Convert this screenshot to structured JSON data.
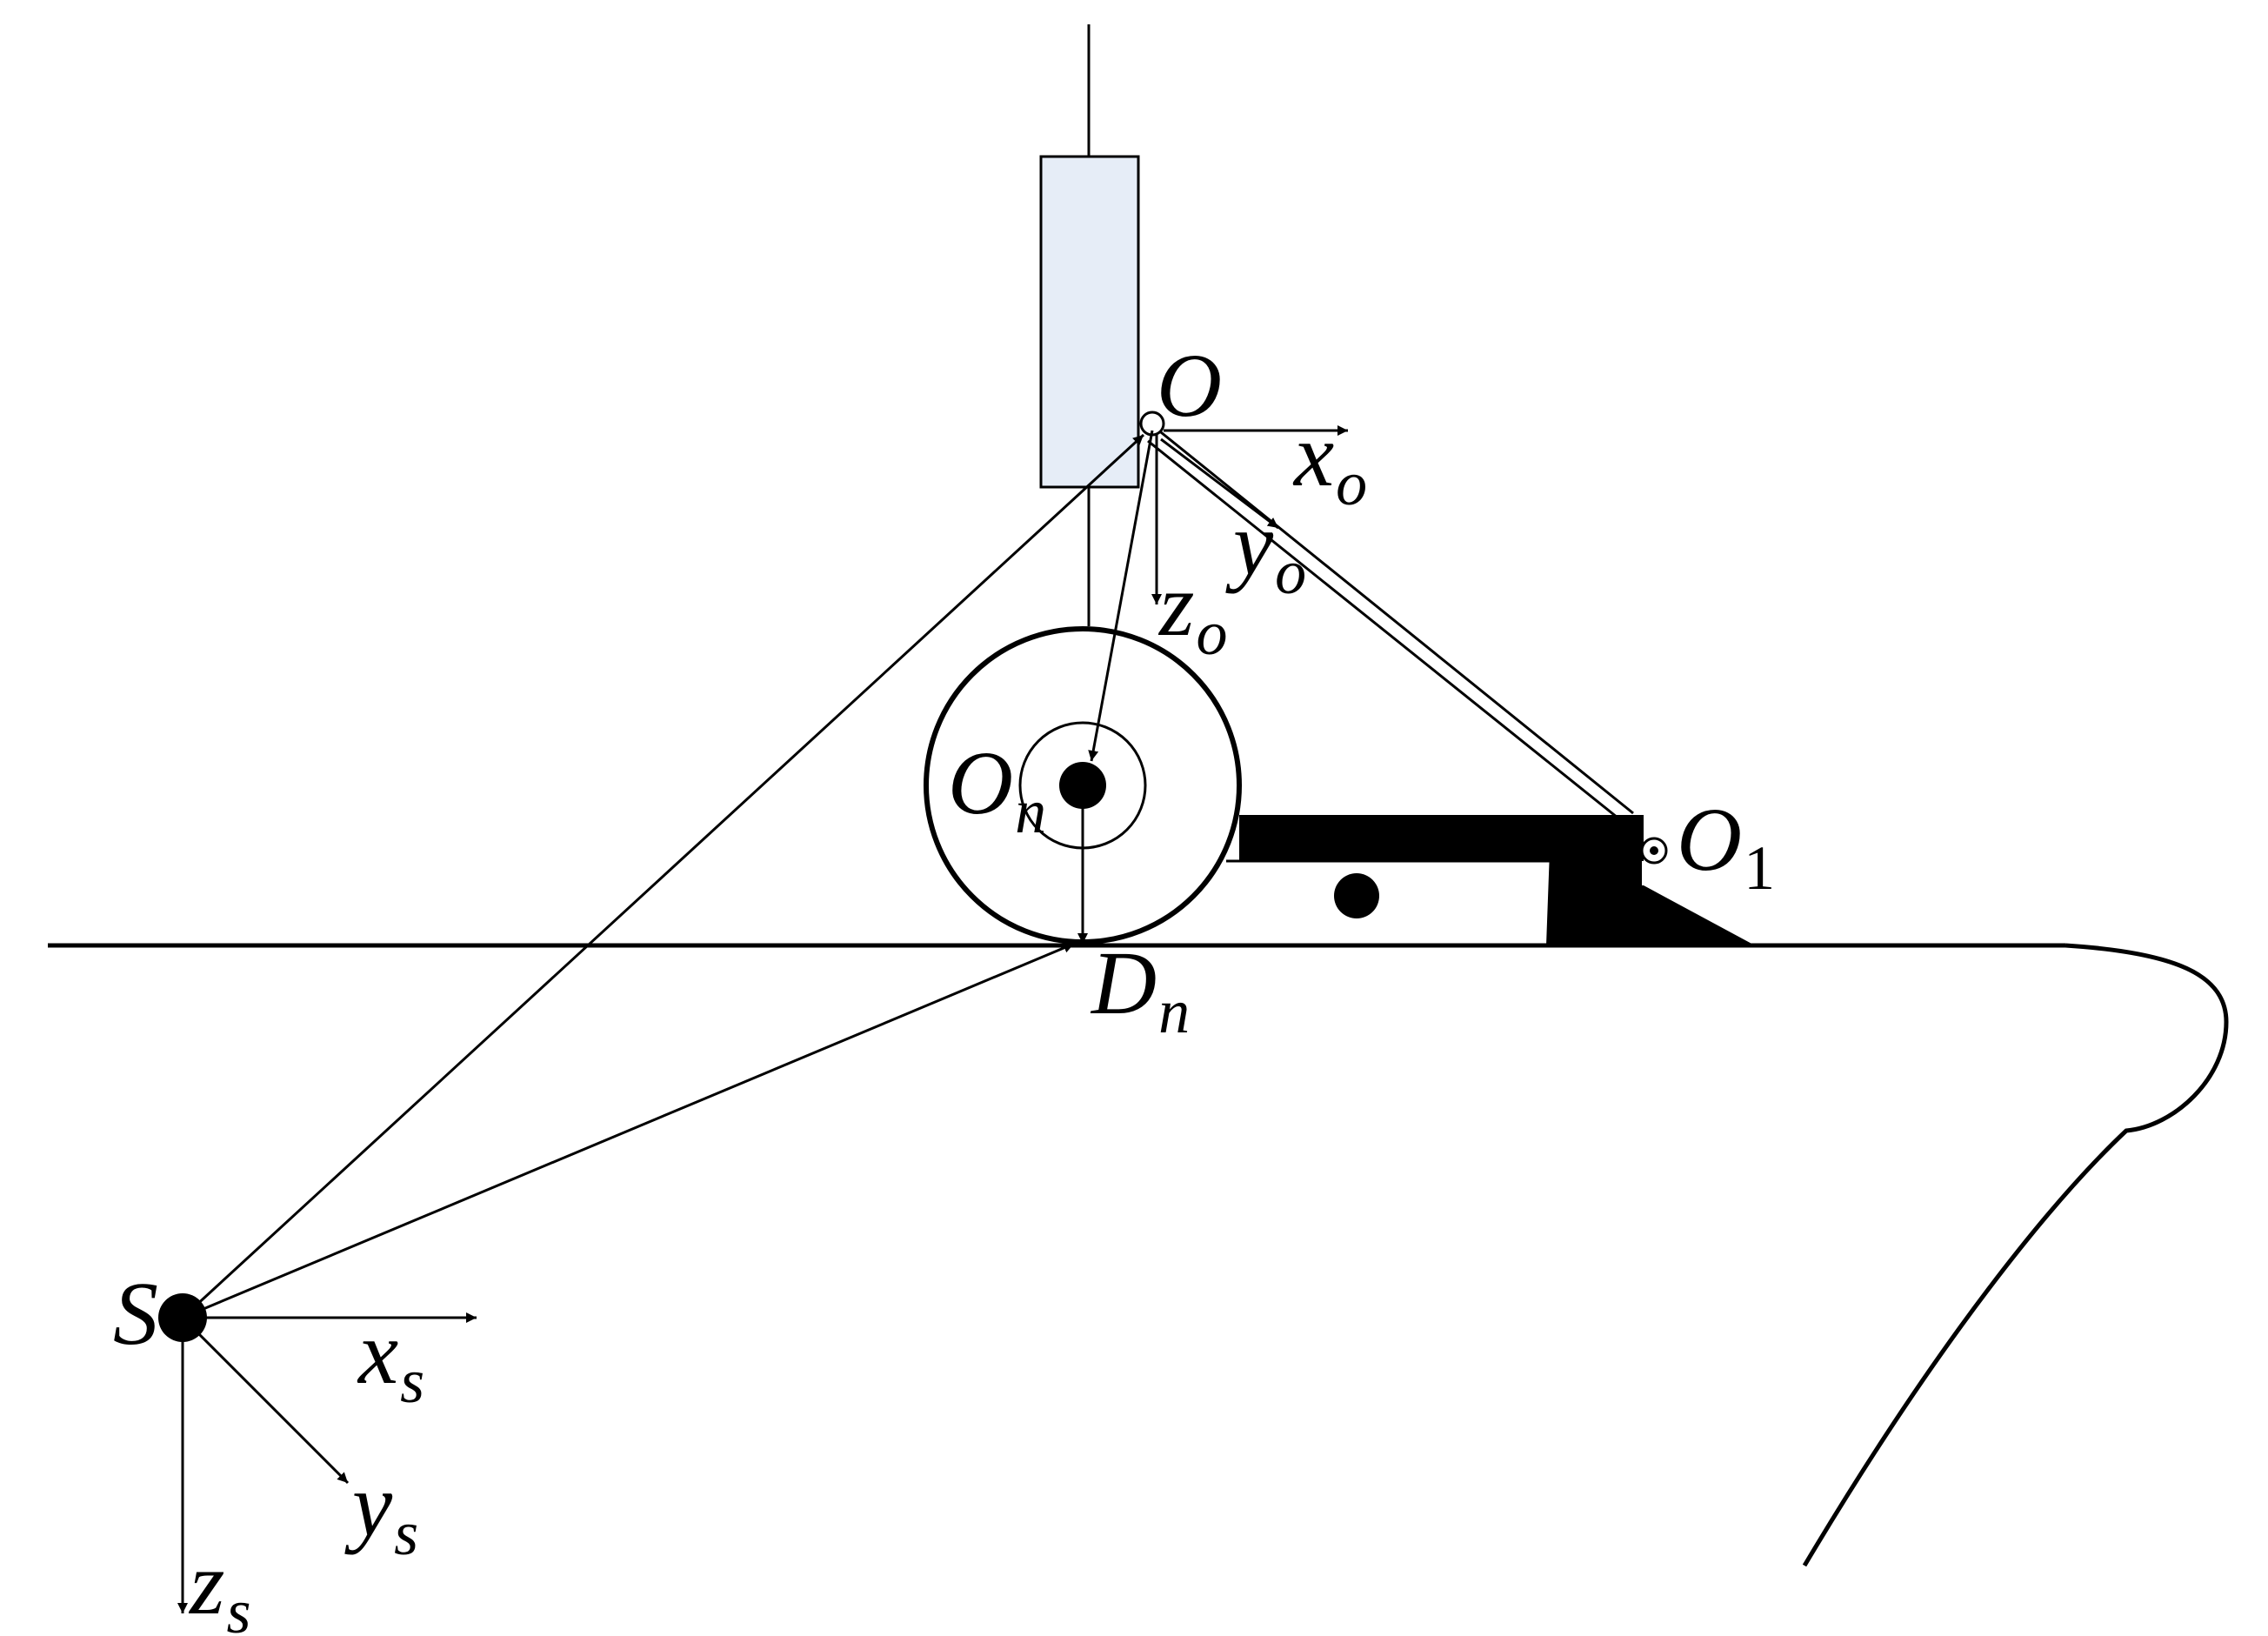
{
  "labels": {
    "O": "O",
    "x_o": "x",
    "x_o_sub": "o",
    "y_o": "y",
    "y_o_sub": "o",
    "z_o": "z",
    "z_o_sub": "o",
    "O_n": "O",
    "O_n_sub": "n",
    "O_1": "O",
    "O_1_sub": "1",
    "D_n": "D",
    "D_n_sub": "n",
    "S": "S",
    "x_s": "x",
    "x_s_sub": "s",
    "y_s": "y",
    "y_s_sub": "s",
    "z_s": "z",
    "z_s_sub": "s"
  },
  "colors": {
    "ink": "#000000",
    "cylinder_fill": "#e6edf7",
    "background": "#ffffff"
  }
}
